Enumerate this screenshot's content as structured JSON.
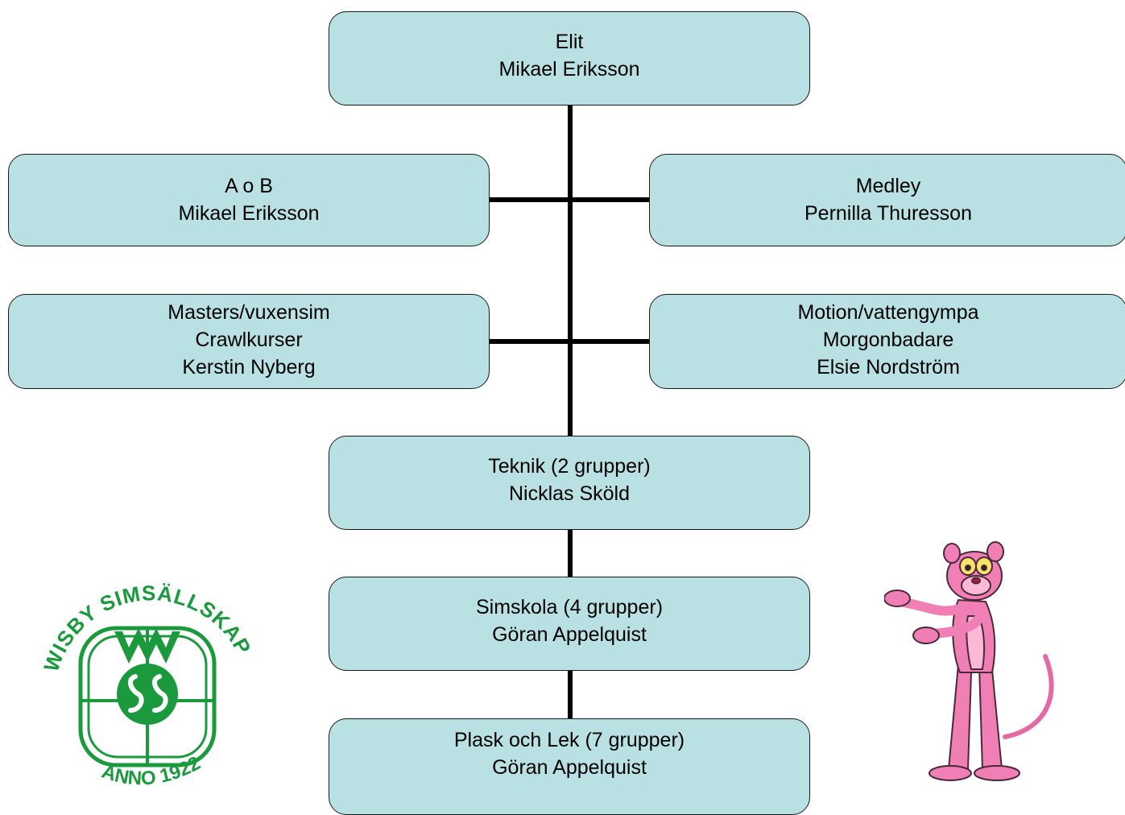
{
  "nodes": {
    "elit": {
      "lines": [
        "Elit",
        "Mikael Eriksson"
      ]
    },
    "aob": {
      "lines": [
        "A o B",
        "Mikael Eriksson"
      ]
    },
    "medley": {
      "lines": [
        "Medley",
        "Pernilla Thuresson"
      ]
    },
    "masters": {
      "lines": [
        "Masters/vuxensim",
        "Crawlkurser",
        "Kerstin Nyberg"
      ]
    },
    "motion": {
      "lines": [
        "Motion/vattengympa",
        "Morgonbadare",
        "Elsie Nordström"
      ]
    },
    "teknik": {
      "lines": [
        "Teknik (2 grupper)",
        "Nicklas Sköld"
      ]
    },
    "simskola": {
      "lines": [
        "Simskola (4 grupper)",
        "Göran Appelquist"
      ]
    },
    "plask": {
      "lines": [
        "Plask och Lek (7 grupper)",
        "Göran Appelquist"
      ]
    }
  },
  "logo": {
    "top_text": "WISBY SIMSÄLLSKAP",
    "bottom_text": "ANNO 1922",
    "color": "#1a9a3c"
  },
  "colors": {
    "box_fill": "#b9e0e2",
    "connector": "#000000"
  },
  "mascot": {
    "icon": "pink-panther-icon"
  }
}
